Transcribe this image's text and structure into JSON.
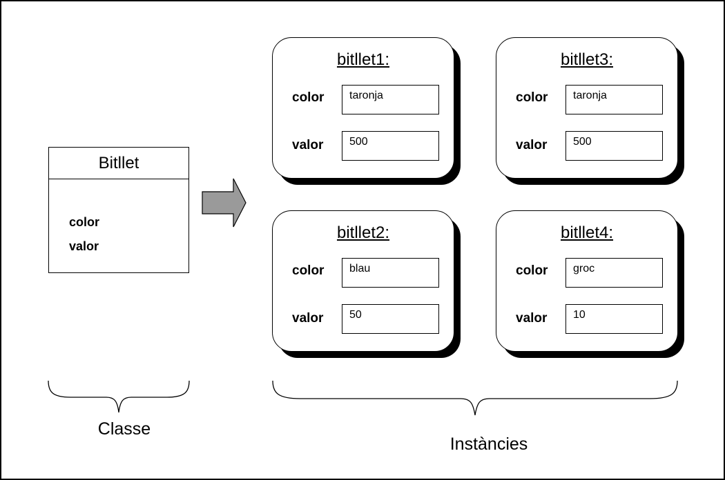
{
  "class": {
    "name": "Bitllet",
    "attributes": [
      "color",
      "valor"
    ]
  },
  "instances": [
    {
      "title": "bitllet1:",
      "color_label": "color",
      "color_value": "taronja",
      "valor_label": "valor",
      "valor_value": "500"
    },
    {
      "title": "bitllet3:",
      "color_label": "color",
      "color_value": "taronja",
      "valor_label": "valor",
      "valor_value": "500"
    },
    {
      "title": "bitllet2:",
      "color_label": "color",
      "color_value": "blau",
      "valor_label": "valor",
      "valor_value": "50"
    },
    {
      "title": "bitllet4:",
      "color_label": "color",
      "color_value": "groc",
      "valor_label": "valor",
      "valor_value": "10"
    }
  ],
  "labels": {
    "class_group": "Classe",
    "instances_group": "Instàncies"
  },
  "colors": {
    "arrow_fill": "#9a9a9a",
    "outline": "#000000",
    "background": "#ffffff"
  }
}
